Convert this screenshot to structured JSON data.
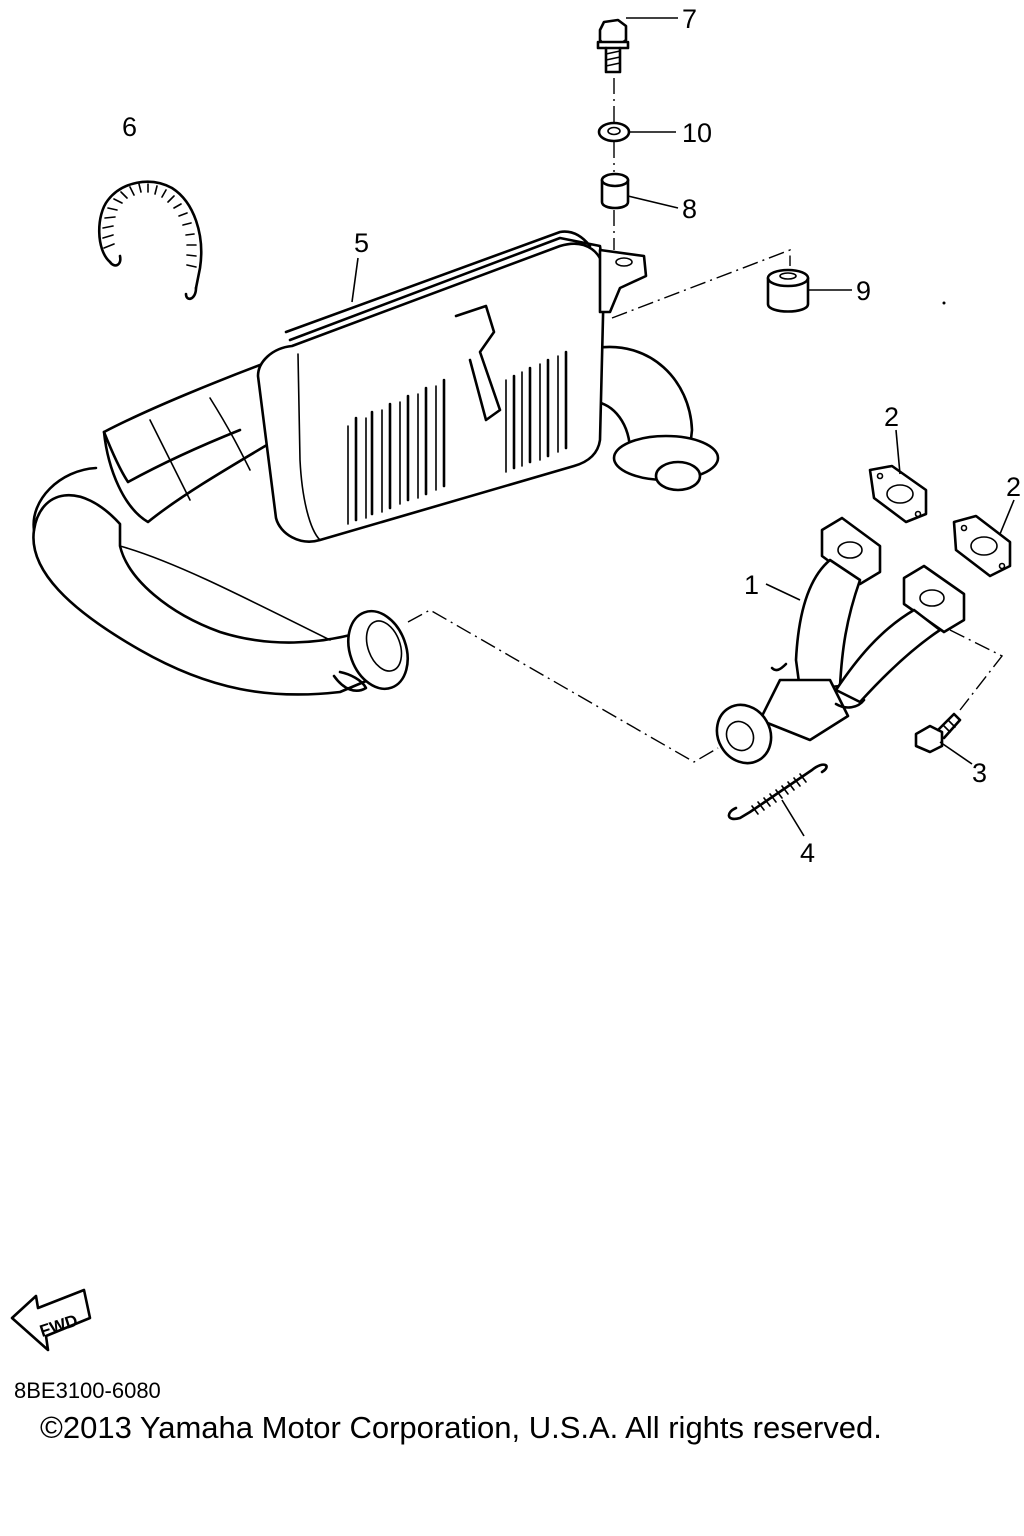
{
  "callouts": {
    "c1": "1",
    "c2a": "2",
    "c2b": "2",
    "c3": "3",
    "c4": "4",
    "c5": "5",
    "c6": "6",
    "c7": "7",
    "c8": "8",
    "c9": "9",
    "c10": "10"
  },
  "fwd_label": "FWD",
  "diagram_code": "8BE3100-6080",
  "copyright": "©2013 Yamaha Motor Corporation, U.S.A. All rights reserved."
}
